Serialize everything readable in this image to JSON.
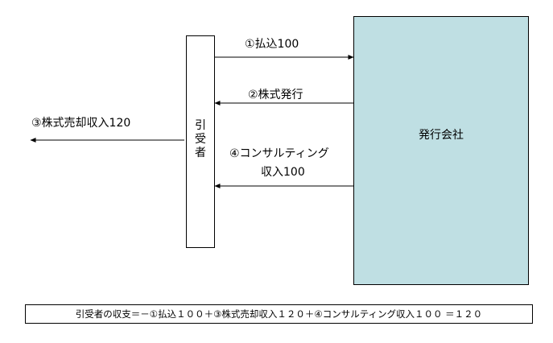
{
  "underwriter": {
    "label": "引\n受\n者"
  },
  "company": {
    "label": "発行会社"
  },
  "flows": {
    "payment": "①払込100",
    "issuance": "②株式発行",
    "sale": "③株式売却収入120",
    "consulting_line1": "④コンサルティング",
    "consulting_line2": "収入100"
  },
  "formula": "引受者の収支＝－①払込１００＋③株式売却収入１２０＋④コンサルティング収入１００ ＝１２０",
  "colors": {
    "company_fill": "#bfdfe3",
    "line": "#000000"
  }
}
